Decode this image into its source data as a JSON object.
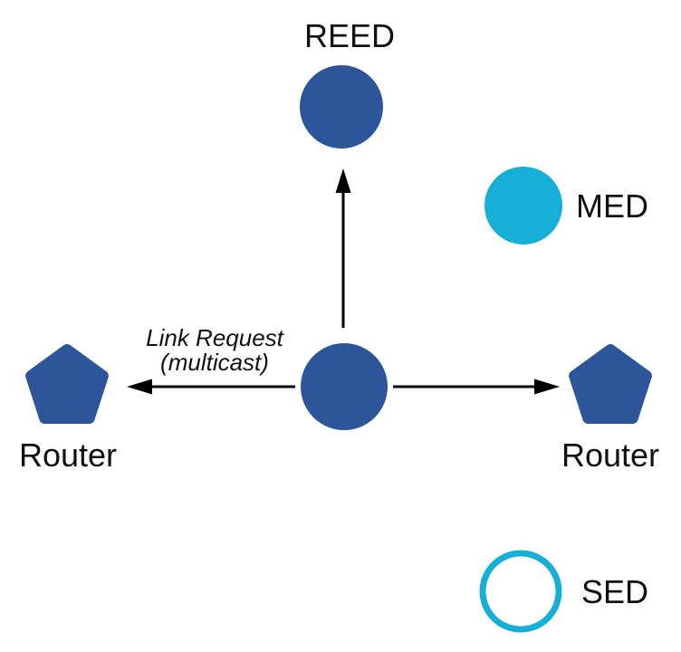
{
  "diagram": {
    "nodes": [
      {
        "id": "reed",
        "label": "REED",
        "shape": "filled-circle",
        "color": "#2C5699"
      },
      {
        "id": "med",
        "label": "MED",
        "shape": "filled-circle",
        "color": "#17AED8"
      },
      {
        "id": "center",
        "label": "",
        "shape": "filled-circle",
        "color": "#2C5699"
      },
      {
        "id": "router-left",
        "label": "Router",
        "shape": "pentagon",
        "color": "#2C5699"
      },
      {
        "id": "router-right",
        "label": "Router",
        "shape": "pentagon",
        "color": "#2C5699"
      },
      {
        "id": "sed",
        "label": "SED",
        "shape": "outlined-circle",
        "color": "#17AED8"
      }
    ],
    "arrows": [
      {
        "from": "center",
        "to": "reed",
        "direction": "up"
      },
      {
        "from": "center",
        "to": "router-left",
        "direction": "left"
      },
      {
        "from": "center",
        "to": "router-right",
        "direction": "right"
      }
    ],
    "annotation": {
      "line1": "Link Request",
      "line2": "(multicast)"
    }
  },
  "colors": {
    "node_blue": "#2C5699",
    "node_cyan": "#17AED8",
    "text": "#111111",
    "arrow": "#000000",
    "background": "#FFFFFF"
  }
}
